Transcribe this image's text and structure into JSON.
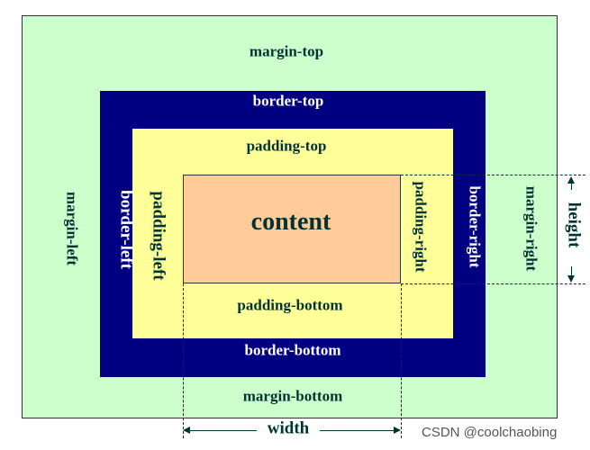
{
  "diagram": {
    "margin": {
      "top": "margin-top",
      "left": "margin-left",
      "right": "margin-right",
      "bottom": "margin-bottom"
    },
    "border": {
      "top": "border-top",
      "left": "border-left",
      "right": "border-right",
      "bottom": "border-bottom"
    },
    "padding": {
      "top": "padding-top",
      "left": "padding-left",
      "right": "padding-right",
      "bottom": "padding-bottom"
    },
    "content": "content",
    "dimensions": {
      "width": "width",
      "height": "height"
    },
    "colors": {
      "margin": "#ccffcc",
      "border": "#000080",
      "padding": "#ffff99",
      "content": "#ffcc99",
      "text": "#003333"
    }
  },
  "watermark": "CSDN @coolchaobing"
}
